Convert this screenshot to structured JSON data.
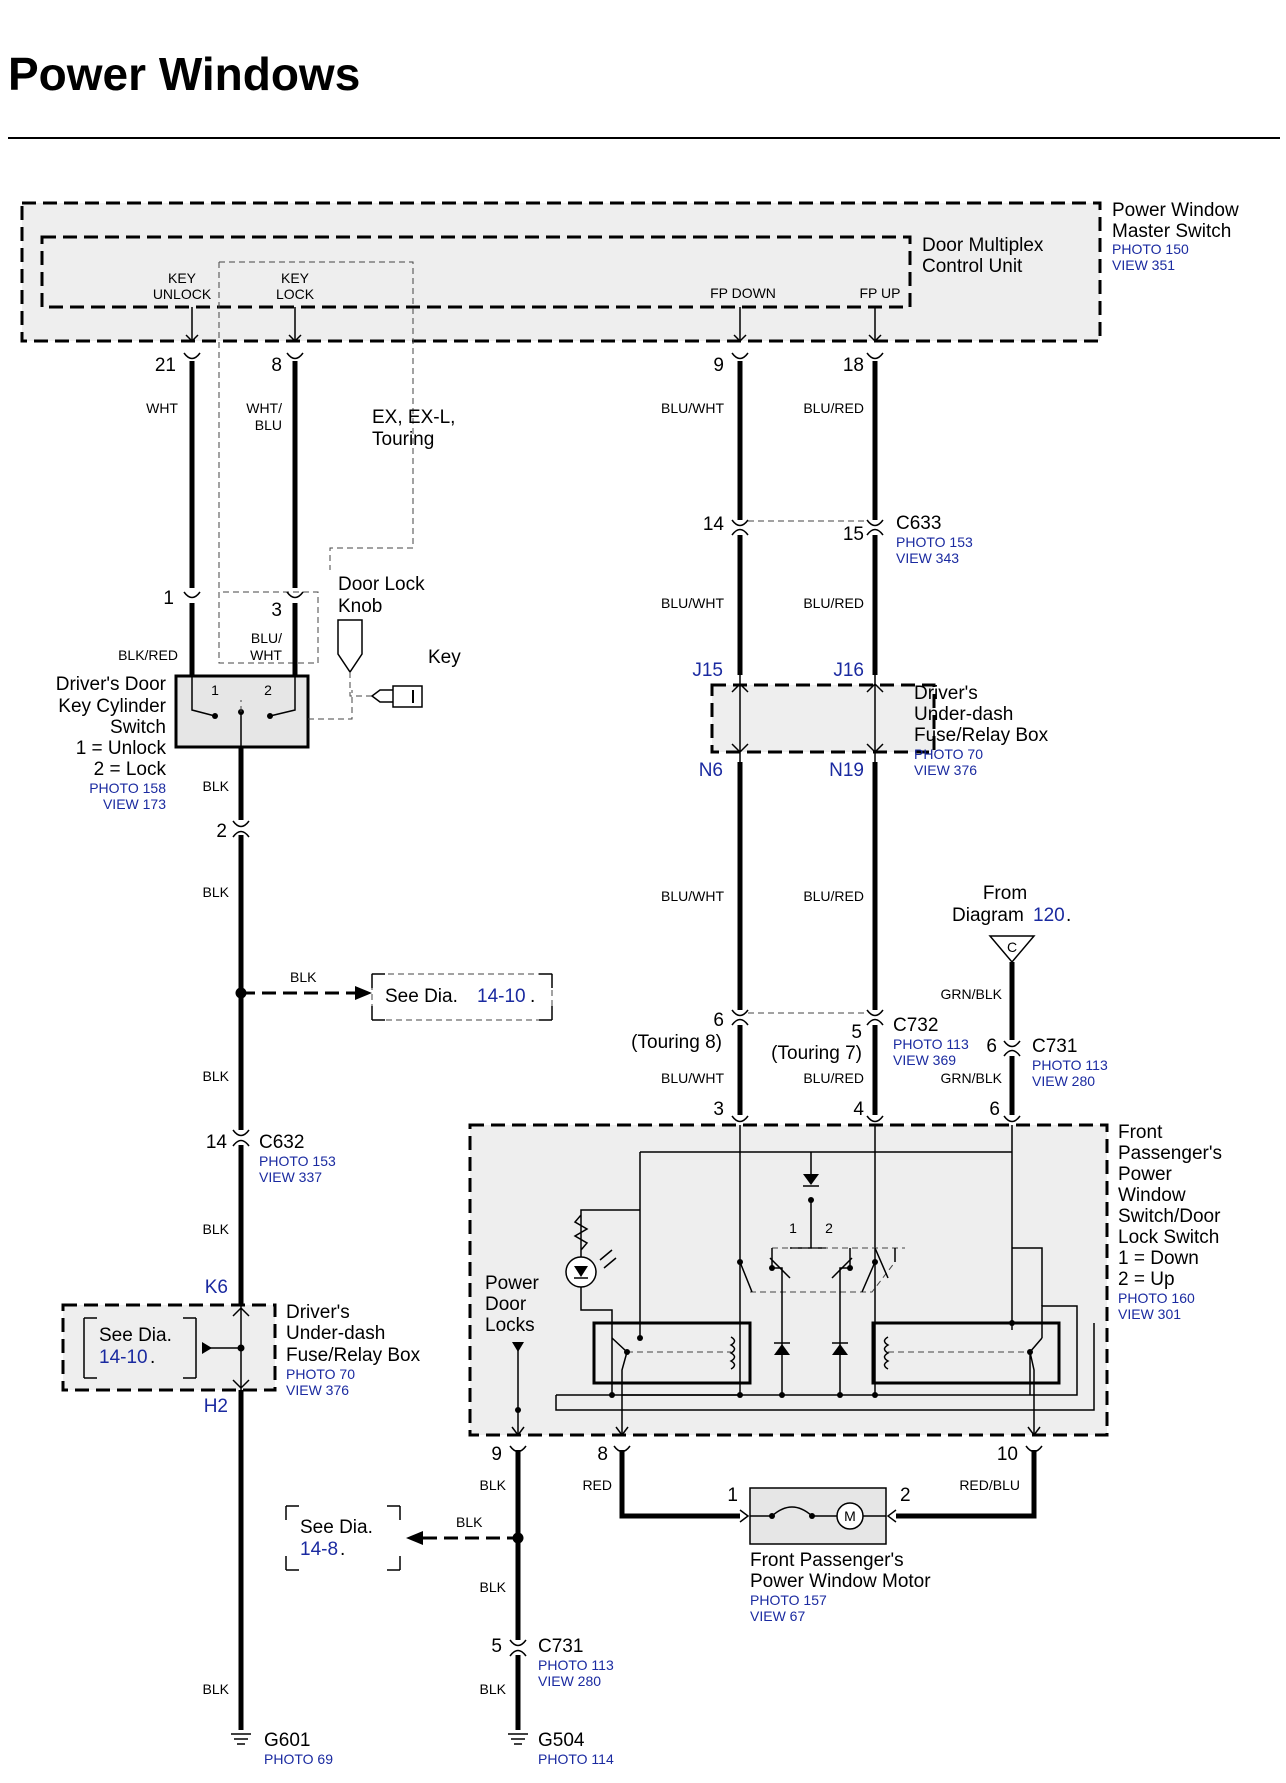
{
  "title": "Power Windows",
  "components": {
    "master_switch": {
      "name": [
        "Power Window",
        "Master Switch"
      ],
      "photo": "PHOTO 150",
      "view": "VIEW 351"
    },
    "door_mux": {
      "name": [
        "Door Multiplex",
        "Control Unit"
      ],
      "pins": [
        "KEY",
        "UNLOCK",
        "KEY",
        "LOCK",
        "FP DOWN",
        "FP UP"
      ]
    },
    "key_cyl": {
      "name": [
        "Driver's Door",
        "Key Cylinder",
        "Switch",
        "1 = Unlock",
        "2 = Lock"
      ],
      "photo": "PHOTO 158",
      "view": "VIEW 173",
      "pins": [
        "1",
        "2"
      ]
    },
    "door_lock_knob": [
      "Door Lock",
      "Knob"
    ],
    "key": "Key",
    "trim_note": [
      "EX, EX-L,",
      "Touring"
    ],
    "underdash_top": {
      "name": [
        "Driver's",
        "Under-dash",
        "Fuse/Relay Box"
      ],
      "photo": "PHOTO 70",
      "view": "VIEW 376",
      "pins": [
        "J15",
        "J16",
        "N6",
        "N19"
      ]
    },
    "underdash_left": {
      "name": [
        "Driver's",
        "Under-dash",
        "Fuse/Relay Box"
      ],
      "photo": "PHOTO 70",
      "view": "VIEW 376",
      "pins": [
        "K6",
        "H2"
      ]
    },
    "fp_switch": {
      "name": [
        "Front",
        "Passenger's",
        "Power",
        "Window",
        "Switch/Door",
        "Lock Switch",
        "1 = Down",
        "2 = Up"
      ],
      "photo": "PHOTO 160",
      "view": "VIEW 301",
      "inner_pins": [
        "1",
        "2"
      ]
    },
    "power_door_locks": [
      "Power",
      "Door",
      "Locks"
    ],
    "motor": {
      "name": [
        "Front Passenger's",
        "Power Window Motor"
      ],
      "photo": "PHOTO 157",
      "view": "VIEW 67",
      "symbol": "M",
      "pins": [
        "1",
        "2"
      ]
    },
    "from_diagram": {
      "lines": [
        "From",
        "Diagram"
      ],
      "number": "120",
      "period": ".",
      "symbol": "C"
    }
  },
  "connectors": {
    "c633": {
      "name": "C633",
      "photo": "PHOTO 153",
      "view": "VIEW 343"
    },
    "c732": {
      "name": "C732",
      "photo": "PHOTO 113",
      "view": "VIEW 369"
    },
    "c731a": {
      "name": "C731",
      "photo": "PHOTO 113",
      "view": "VIEW 280"
    },
    "c632": {
      "name": "C632",
      "photo": "PHOTO 153",
      "view": "VIEW 337"
    },
    "c731b": {
      "name": "C731",
      "photo": "PHOTO 113",
      "view": "VIEW 280"
    }
  },
  "grounds": {
    "g601": {
      "name": "G601",
      "photo": "PHOTO 69"
    },
    "g504": {
      "name": "G504",
      "photo": "PHOTO 114"
    }
  },
  "pin_numbers": {
    "p21": "21",
    "p8": "8",
    "p9": "9",
    "p18": "18",
    "p14a": "14",
    "p15": "15",
    "p1": "1",
    "p3": "3",
    "p2": "2",
    "p6a": "6",
    "p5": "5",
    "p6b": "6",
    "touring8": "(Touring 8)",
    "touring7": "(Touring 7)",
    "p3b": "3",
    "p4": "4",
    "p6c": "6",
    "p14b": "14",
    "p9b": "9",
    "p8b": "8",
    "p10": "10",
    "p5b": "5"
  },
  "wire_colors": {
    "wht": "WHT",
    "whtblu": [
      "WHT/",
      "BLU"
    ],
    "bluwht_top": "BLU/WHT",
    "blured_top": "BLU/RED",
    "bluwht2": "BLU/WHT",
    "blured2": "BLU/RED",
    "blkred": "BLK/RED",
    "bluwht_sw": [
      "BLU/",
      "WHT"
    ],
    "blk1": "BLK",
    "blk2": "BLK",
    "blk_branch": "BLK",
    "blk3": "BLK",
    "blk4": "BLK",
    "blk5": "BLK",
    "bluwht3": "BLU/WHT",
    "blured3": "BLU/RED",
    "grnblk1": "GRN/BLK",
    "bluwht4": "BLU/WHT",
    "blured4": "BLU/RED",
    "grnblk2": "GRN/BLK",
    "blk6": "BLK",
    "red": "RED",
    "redblu": "RED/BLU",
    "blk7": "BLK",
    "blk8": "BLK",
    "blk9": "BLK"
  },
  "see_refs": {
    "r1": {
      "label": "See  Dia.",
      "dia": "14-10",
      "period": "."
    },
    "r2": {
      "label": "See  Dia.",
      "dia": "14-10",
      "period": "."
    },
    "r3": {
      "label": "See  Dia.",
      "dia": "14-8",
      "period": "."
    }
  },
  "colors": {
    "wire": "#000000",
    "box_fill": "#eeeeee",
    "reference_blue": "#1a2aa0"
  }
}
